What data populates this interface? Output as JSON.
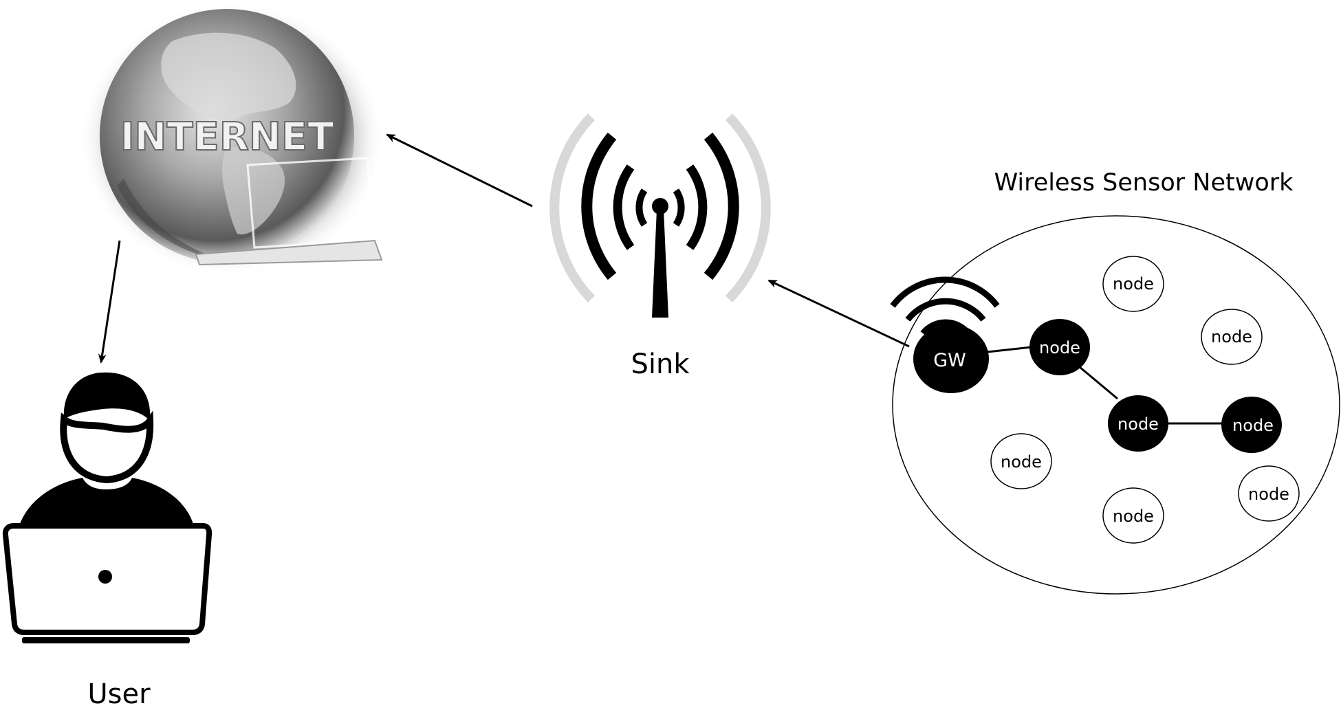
{
  "labels": {
    "internet": "INTERNET",
    "sink": "Sink",
    "user": "User",
    "wsn_title": "Wireless Sensor Network",
    "gateway": "GW"
  },
  "nodes": {
    "path_1": "node",
    "path_2": "node",
    "path_3": "node",
    "idle_1": "node",
    "idle_2": "node",
    "idle_3": "node",
    "idle_4": "node",
    "idle_5": "node"
  },
  "icons": {
    "internet": "globe-icon",
    "sink": "antenna-icon",
    "user": "user-laptop-icon",
    "gateway": "wireless-signal-icon"
  },
  "colors": {
    "background": "#ffffff",
    "stroke": "#000000",
    "active_node_fill": "#000000",
    "idle_node_fill": "#ffffff"
  }
}
